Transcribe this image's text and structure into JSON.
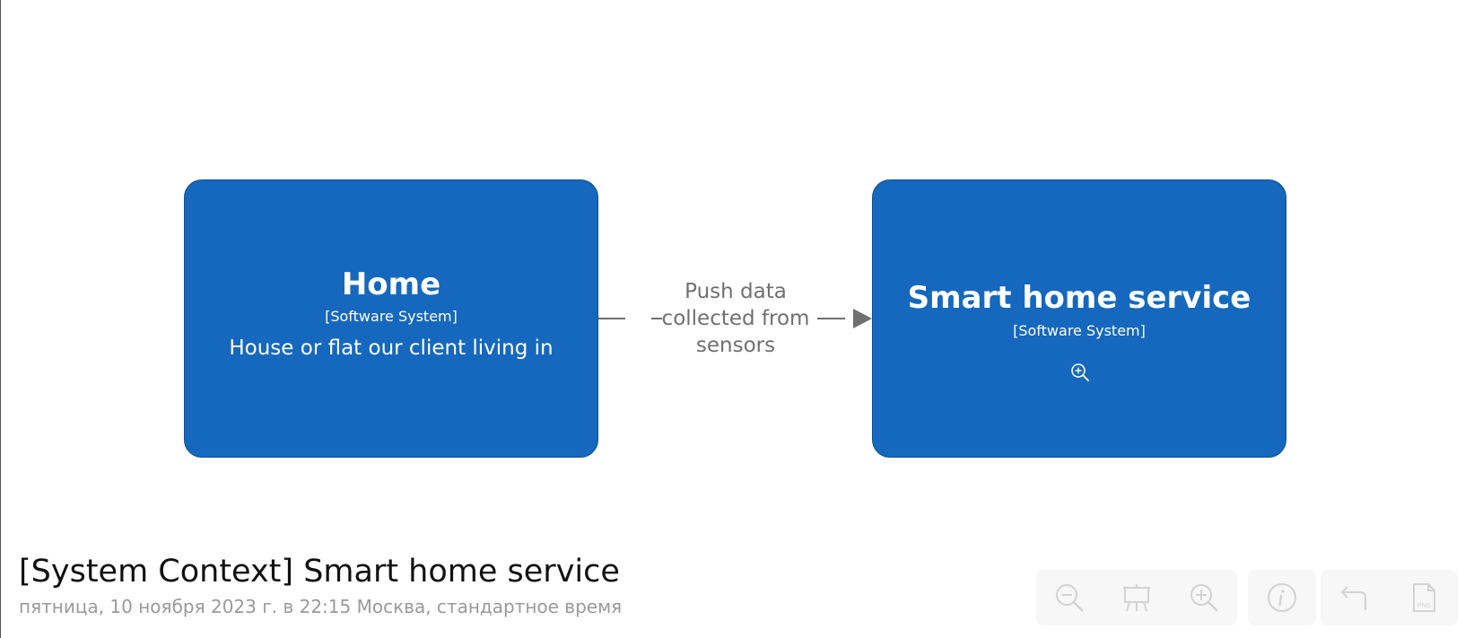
{
  "diagram": {
    "title": "[System Context] Smart home service",
    "date": "пятница, 10 ноября 2023 г. в 22:15 Москва, стандартное время"
  },
  "elements": {
    "home": {
      "name": "Home",
      "type": "[Software System]",
      "description": "House or flat our client living in"
    },
    "smart_home_service": {
      "name": "Smart home service",
      "type": "[Software System]",
      "has_zoom_icon": true
    }
  },
  "relationships": [
    {
      "from": "Home",
      "to": "Smart home service",
      "label_lines": [
        "Push data",
        "collected from",
        "sensors"
      ]
    }
  ],
  "toolbar": {
    "buttons": [
      "zoom-out-icon",
      "presentation-icon",
      "zoom-in-icon",
      "info-icon",
      "back-icon",
      "png-export-icon"
    ],
    "png_label": "PNG"
  },
  "colors": {
    "box_fill": "#1568bd",
    "box_text": "#ffffff",
    "edge": "#707070",
    "title": "#111111",
    "date": "#9a9a9a",
    "toolbar_bg": "#f7f7f7",
    "toolbar_icon": "#d2d2d2"
  }
}
